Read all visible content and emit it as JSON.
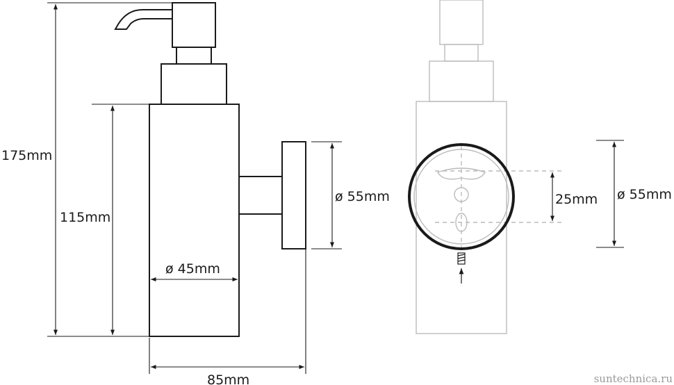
{
  "dimensions": {
    "total_height": "175mm",
    "body_height": "115mm",
    "body_diameter": "ø 45mm",
    "depth": "85mm",
    "flange_diameter_side": "ø 55mm",
    "flange_diameter_front": "ø 55mm",
    "hole_spacing": "25mm"
  },
  "watermark": "suntechnica.ru",
  "colors": {
    "outline": "#1a1a1a",
    "front_outline": "#bbbbbb",
    "watermark": "#9a9a9a"
  }
}
